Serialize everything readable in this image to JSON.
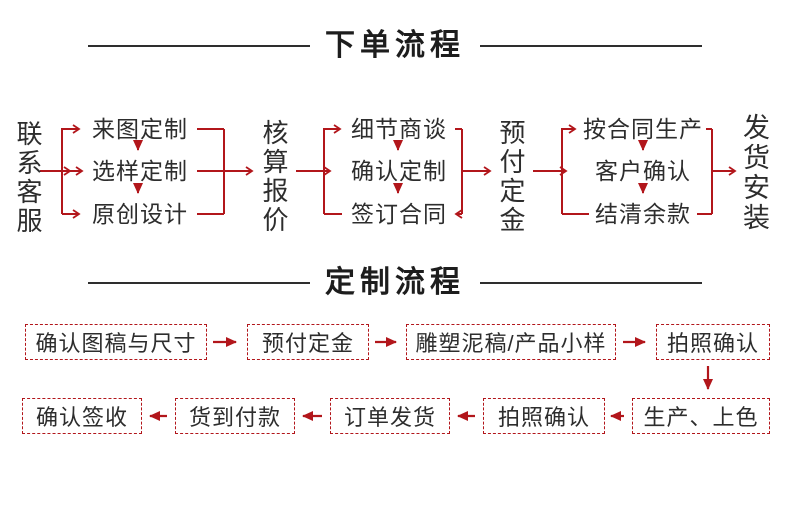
{
  "colors": {
    "accent": "#b2161b",
    "ink": "#2d2d2d",
    "title-line": "#2e2e2e"
  },
  "titles": {
    "order": "下单流程",
    "custom": "定制流程"
  },
  "top_flow": {
    "start": "联系客服",
    "mid1": "核算报价",
    "mid2": "预付定金",
    "end": "发货安装",
    "groups": [
      {
        "items": [
          "来图定制",
          "选样定制",
          "原创设计"
        ]
      },
      {
        "items": [
          "细节商谈",
          "确认定制",
          "签订合同"
        ]
      },
      {
        "items": [
          "按合同生产",
          "客户确认",
          "结清余款"
        ]
      }
    ]
  },
  "bottom_flow": {
    "row1": [
      "确认图稿与尺寸",
      "预付定金",
      "雕塑泥稿/产品小样",
      "拍照确认"
    ],
    "row2": [
      "确认签收",
      "货到付款",
      "订单发货",
      "拍照确认",
      "生产、上色"
    ]
  }
}
